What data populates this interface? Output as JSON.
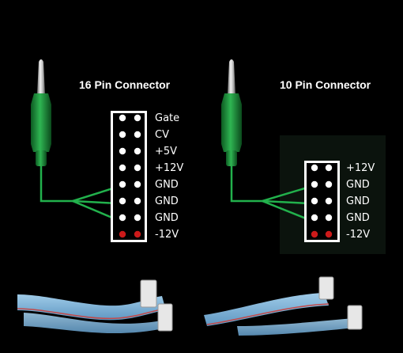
{
  "colors": {
    "background": "#000000",
    "plug_green": "#1f8f3a",
    "wire_green": "#22b14c",
    "pin_white": "#ffffff",
    "pin_red": "#cc1a1a",
    "ribbon_blue": "#7fb4d8"
  },
  "connectors": [
    {
      "title": "16 Pin Connector",
      "rows": [
        {
          "label": "Gate",
          "color": "white",
          "wired": false
        },
        {
          "label": "CV",
          "color": "white",
          "wired": false
        },
        {
          "label": "+5V",
          "color": "white",
          "wired": false
        },
        {
          "label": "+12V",
          "color": "white",
          "wired": false
        },
        {
          "label": "GND",
          "color": "white",
          "wired": true
        },
        {
          "label": "GND",
          "color": "white",
          "wired": true
        },
        {
          "label": "GND",
          "color": "white",
          "wired": true
        },
        {
          "label": "-12V",
          "color": "red",
          "wired": false
        }
      ]
    },
    {
      "title": "10 Pin Connector",
      "rows": [
        {
          "label": "+12V",
          "color": "white",
          "wired": false
        },
        {
          "label": "GND",
          "color": "white",
          "wired": true
        },
        {
          "label": "GND",
          "color": "white",
          "wired": true
        },
        {
          "label": "GND",
          "color": "white",
          "wired": true
        },
        {
          "label": "-12V",
          "color": "red",
          "wired": false
        }
      ]
    }
  ]
}
